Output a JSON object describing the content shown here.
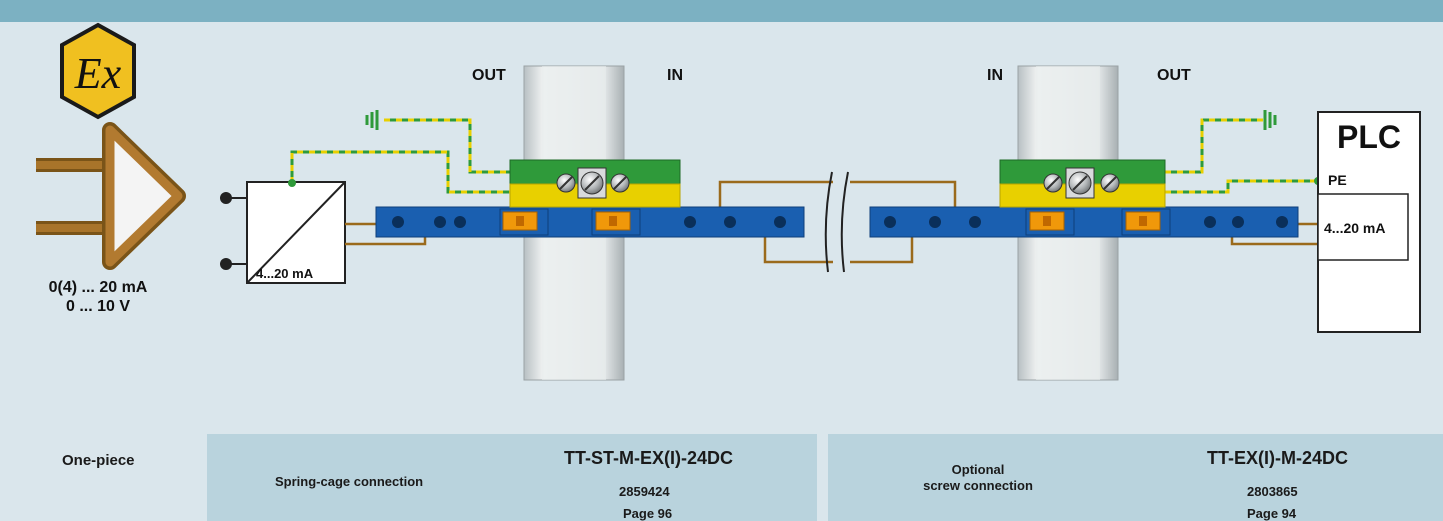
{
  "input": {
    "range_current": "0(4) ... 20 mA",
    "range_voltage": "0 ... 10 V"
  },
  "transmitter": {
    "label": "4...20 mA"
  },
  "left_module": {
    "out_label": "OUT",
    "in_label": "IN"
  },
  "right_module": {
    "in_label": "IN",
    "out_label": "OUT"
  },
  "plc": {
    "title": "PLC",
    "pe_label": "PE",
    "input_label": "4...20 mA"
  },
  "footer": {
    "left_label": "One-piece",
    "panel1": {
      "connection": "Spring-cage connection",
      "product": "TT-ST-M-EX(I)-24DC",
      "order_no": "2859424",
      "page": "Page  96"
    },
    "panel2": {
      "connection_line1": "Optional",
      "connection_line2": "screw connection",
      "product": "TT-EX(I)-M-24DC",
      "order_no": "2803865",
      "page": "Page  94"
    }
  },
  "colors": {
    "header_bar": "#7cb1c2",
    "background": "#dae6ec",
    "panel": "#b9d3dd",
    "ex_badge": "#f0c020",
    "wire": "#9a6a1c",
    "terminal_blue": "#1a5fb0",
    "ground_green": "#2f9a3a",
    "ground_yellow": "#e8d000",
    "plug_orange": "#f0980a"
  },
  "icons": [
    "ex-explosion-protection-icon",
    "signal-source-triangle-icon",
    "earth-ground-icon",
    "screw-icon",
    "line-break-icon"
  ]
}
